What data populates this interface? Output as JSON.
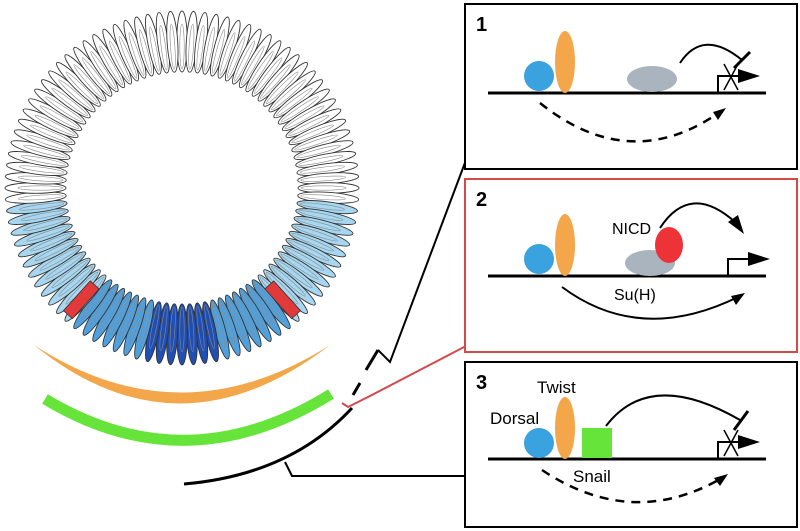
{
  "panels": [
    {
      "number": "1",
      "labels": {}
    },
    {
      "number": "2",
      "labels": {
        "nicd": "NICD",
        "suh": "Su(H)"
      }
    },
    {
      "number": "3",
      "labels": {
        "twist": "Twist",
        "dorsal": "Dorsal",
        "snail": "Snail"
      }
    }
  ],
  "colors": {
    "dorsal_blue": "#3aa3df",
    "twist_orange": "#f4a74a",
    "suh_gray": "#a9b4be",
    "nicd_red": "#ee3338",
    "snail_green": "#66e43a",
    "panel2_border": "#d24a4a",
    "cell_lightblue": "#a6d6f0",
    "cell_midblue": "#4fa0dd",
    "cell_darkblue": "#1f4fb5",
    "cell_red": "#e23a3a",
    "band_orange": "#f4a74a",
    "band_green": "#66e43a"
  }
}
